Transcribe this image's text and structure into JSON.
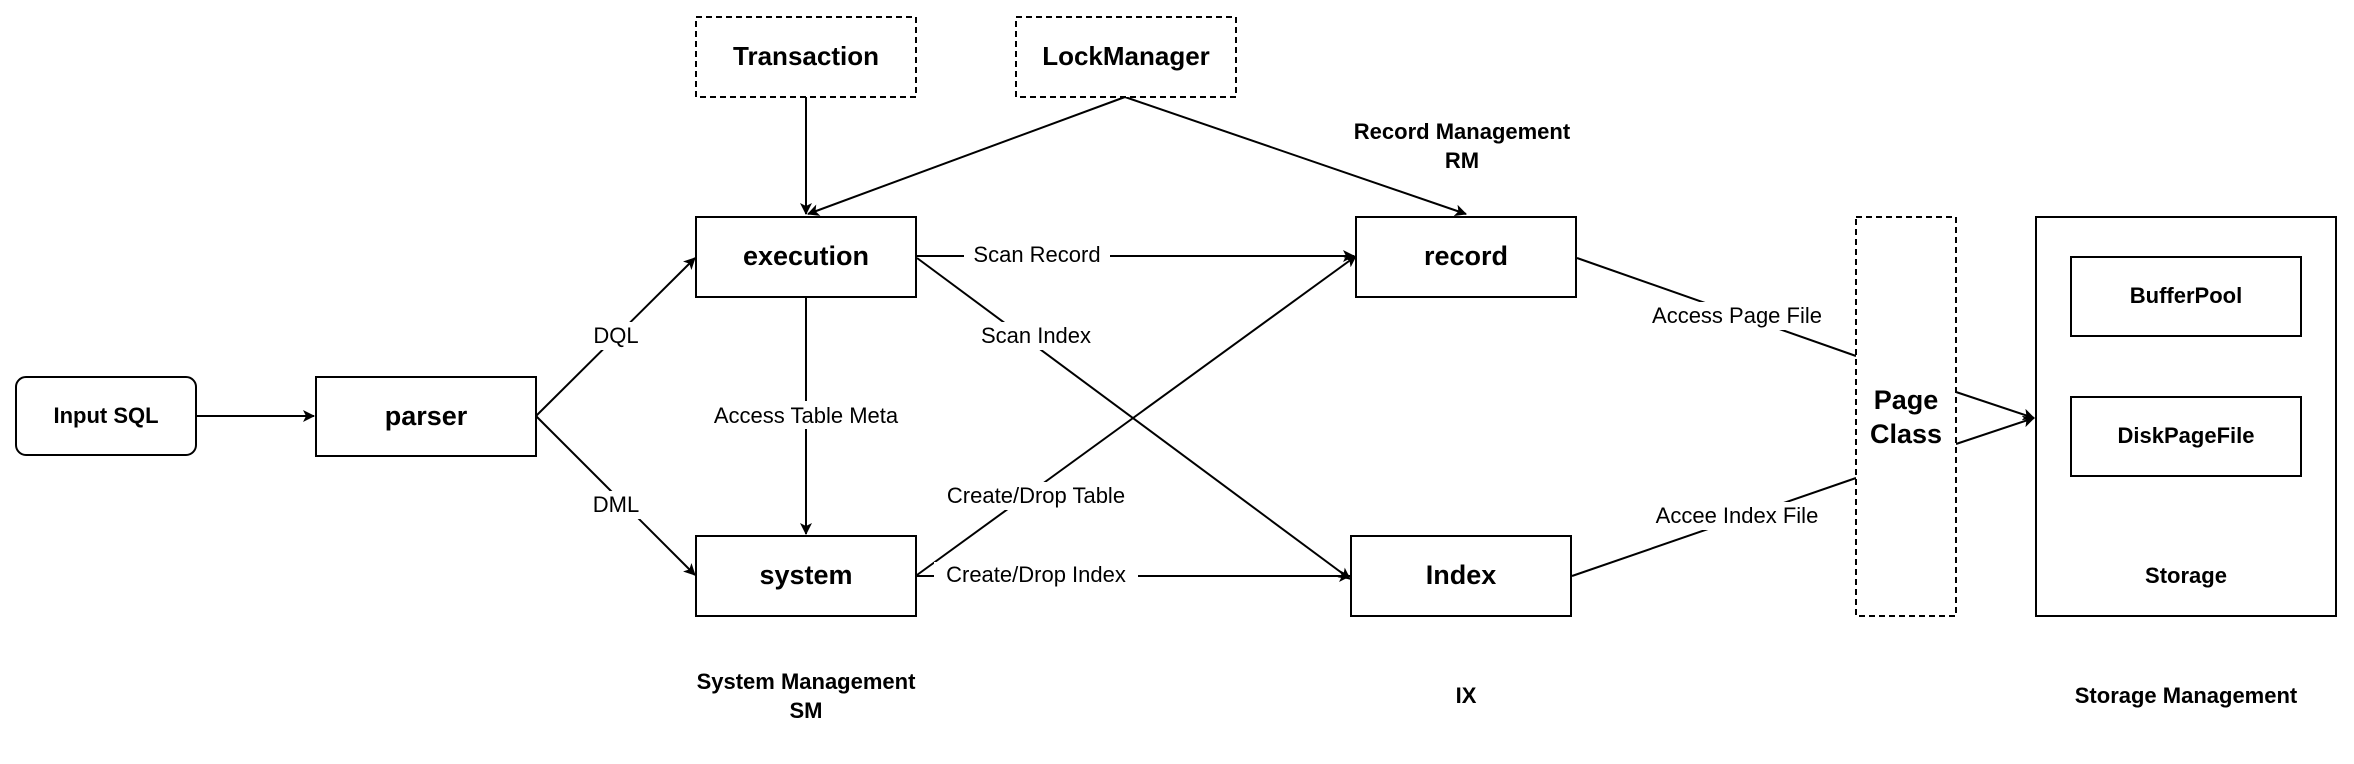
{
  "nodes": {
    "input_sql": "Input SQL",
    "parser": "parser",
    "execution": "execution",
    "system": "system",
    "transaction": "Transaction",
    "lock_manager": "LockManager",
    "record": "record",
    "index": "Index",
    "page_class_line1": "Page",
    "page_class_line2": "Class",
    "buffer_pool": "BufferPool",
    "disk_page_file": "DiskPageFile",
    "storage": "Storage"
  },
  "edges": {
    "dql": "DQL",
    "dml": "DML",
    "access_table_meta": "Access Table Meta",
    "scan_record": "Scan Record",
    "scan_index": "Scan Index",
    "create_drop_table": "Create/Drop Table",
    "create_drop_index": "Create/Drop Index",
    "access_page_file": "Access Page File",
    "accee_index_file": "Accee Index File"
  },
  "groups": {
    "rm_line1": "Record Management",
    "rm_line2": "RM",
    "sm_line1": "System Management",
    "sm_line2": "SM",
    "ix": "IX",
    "storage_management": "Storage Management"
  }
}
